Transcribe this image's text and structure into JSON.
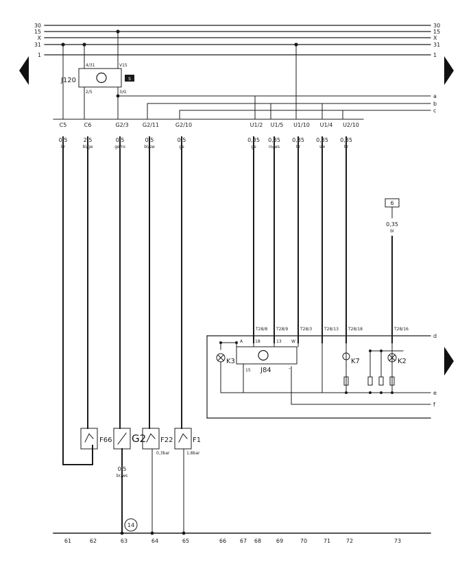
{
  "rails": {
    "left": [
      "30",
      "15",
      "X",
      "31",
      "1"
    ],
    "right": [
      "30",
      "15",
      "X",
      "31",
      "1"
    ]
  },
  "branch_labels": [
    "a",
    "b",
    "c",
    "d",
    "e",
    "f"
  ],
  "j120": {
    "name": "J120",
    "pin_top_left": "4/31",
    "pin_top_right": "V15",
    "pin_bot_left": "2/5",
    "pin_bot_right": "3/G",
    "ref": "S"
  },
  "connectors": [
    "C5",
    "C6",
    "G2/3",
    "G2/11",
    "G2/10",
    "U1/2",
    "U1/5",
    "U1/10",
    "U1/4",
    "U2/10"
  ],
  "wires": [
    {
      "size": "0,5",
      "color": "br"
    },
    {
      "size": "2,5",
      "color": "bl/ge"
    },
    {
      "size": "0,5",
      "color": "ge/ro"
    },
    {
      "size": "0,5",
      "color": "bl/sw"
    },
    {
      "size": "0,5",
      "color": "ge"
    },
    {
      "size": "0,35",
      "color": "ge"
    },
    {
      "size": "0,35",
      "color": "ro/ws"
    },
    {
      "size": "0,35",
      "color": "br"
    },
    {
      "size": "0,35",
      "color": "sw"
    },
    {
      "size": "0,35",
      "color": "br"
    }
  ],
  "t28": [
    "T28/8",
    "T28/9",
    "T28/3",
    "T28/13",
    "T28/18",
    "T28/16"
  ],
  "fuse6": {
    "ref": "6",
    "size": "0,35",
    "color": "bl"
  },
  "j84": {
    "name": "J84",
    "pin_a": "A",
    "pin_18": "18",
    "pin_13": "13",
    "pin_w": "W",
    "pin_15": "15",
    "pin_minus": "-"
  },
  "lamps": {
    "k3": "K3",
    "k7": "K7",
    "k2": "K2"
  },
  "sensors": [
    {
      "name": "F66",
      "note": ""
    },
    {
      "name": "G2",
      "note": ""
    },
    {
      "name": "F22",
      "note": "0,3bar"
    },
    {
      "name": "F1",
      "note": "1,8bar"
    }
  ],
  "g2_lower_wire": {
    "size": "0,5",
    "color": "br/ws"
  },
  "ground_ref": "14",
  "bottom_numbers": [
    "61",
    "62",
    "63",
    "64",
    "65",
    "66",
    "67",
    "68",
    "69",
    "70",
    "71",
    "72",
    "73"
  ]
}
